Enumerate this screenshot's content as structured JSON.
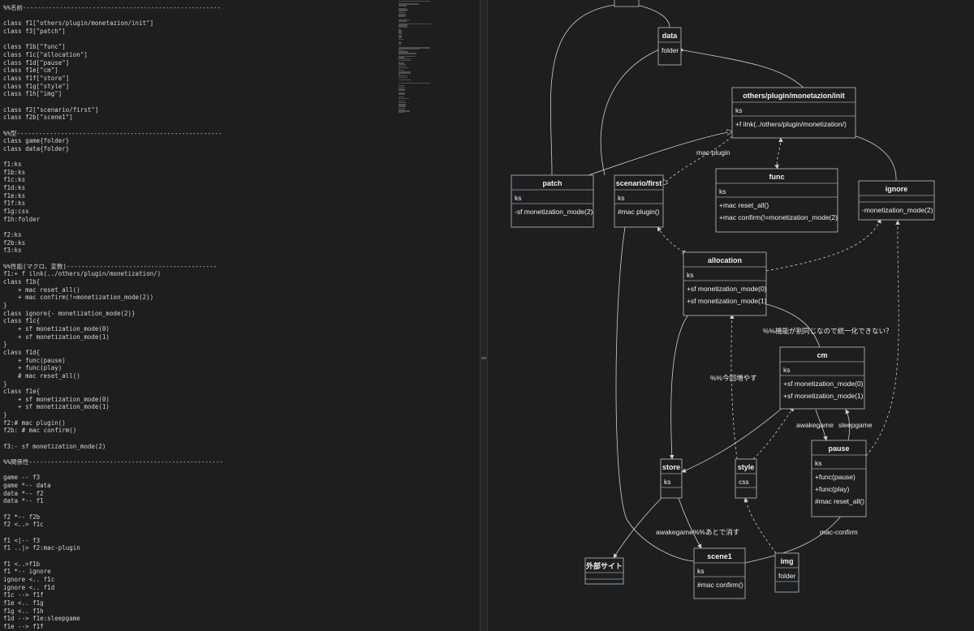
{
  "editor": {
    "lines": [
      "%%名前------------------------------------------------------",
      "",
      "class f1[\"others/plugin/monetazion/init\"]",
      "class f3[\"patch\"]",
      "",
      "class f1b[\"func\"]",
      "class f1c[\"allocation\"]",
      "class f1d[\"pause\"]",
      "class f1e[\"cm\"]",
      "class f1f[\"store\"]",
      "class f1g[\"style\"]",
      "class f1h[\"img\"]",
      "",
      "class f2[\"scenario/first\"]",
      "class f2b[\"scene1\"]",
      "",
      "%%型--------------------------------------------------------",
      "class game{folder}",
      "class data{folder}",
      "",
      "f1:ks",
      "f1b:ks",
      "f1c:ks",
      "f1d:ks",
      "f1e:ks",
      "f1f:ks",
      "f1g:css",
      "f1h:folder",
      "",
      "f2:ks",
      "f2b:ks",
      "f3:ks",
      "",
      "%%性能(マクロ、変数)-----------------------------------------",
      "f1:+ f ilnk(../others/plugin/monetization/)",
      "class f1b{",
      "    + mac reset_all()",
      "    + mac confirm(!=monetization_mode(2))",
      "}",
      "class ignore{- monetization_mode(2)}",
      "class f1c{",
      "    + sf monetization_mode(0)",
      "    + sf monetization_mode(1)",
      "}",
      "class f1d{",
      "    + func(pause)",
      "    + func(play)",
      "    # mac reset_all()",
      "}",
      "class f1e{",
      "    + sf monetization_mode(0)",
      "    + sf monetization_mode(1)",
      "}",
      "f2:# mac plugin()",
      "f2b: # mac confirm()",
      "",
      "f3:- sf monetization_mode(2)",
      "",
      "%%関係性-----------------------------------------------------",
      "",
      "game -- f3",
      "game *-- data",
      "data *-- f2",
      "data *-- f1",
      "",
      "f2 *-- f2b",
      "f2 <..> f1c",
      "",
      "f1 <|-- f3",
      "f1 ..|> f2:mac-plugin",
      "",
      "f1 <..>f1b",
      "f1 *-- ignore",
      "ignore <.. f1c",
      "ignore <.. f1d",
      "f1c --> f1f",
      "f1e <.. f1g",
      "f1g <.. f1h",
      "f1d --> f1e:sleepgame",
      "f1e --> f1f"
    ]
  },
  "minimap": {
    "line_count": 80
  },
  "diagram": {
    "nodes": {
      "game": {
        "title": ""
      },
      "data": {
        "title": "data",
        "rows": [
          "folder"
        ]
      },
      "init": {
        "title": "others/plugin/monetazion/init",
        "rows": [
          "ks"
        ],
        "members": [
          "+f ilnk(../others/plugin/monetization/)"
        ]
      },
      "patch": {
        "title": "patch",
        "rows": [
          "ks"
        ],
        "members": [
          "-sf monetization_mode(2)"
        ]
      },
      "scenario": {
        "title": "scenario/first",
        "rows": [
          "ks"
        ],
        "members": [
          "#mac plugin()"
        ]
      },
      "func": {
        "title": "func",
        "rows": [
          "ks"
        ],
        "members": [
          "+mac reset_all()",
          "+mac confirm(!=monetization_mode(2)"
        ]
      },
      "ignore": {
        "title": "ignore",
        "rows": [],
        "members": [
          "-monetization_mode(2)"
        ]
      },
      "allocation": {
        "title": "allocation",
        "rows": [
          "ks"
        ],
        "members": [
          "+sf monetization_mode(0)",
          "+sf monetization_mode(1)"
        ]
      },
      "cm": {
        "title": "cm",
        "rows": [
          "ks"
        ],
        "members": [
          "+sf monetization_mode(0)",
          "+sf monetization_mode(1)"
        ]
      },
      "store": {
        "title": "store",
        "rows": [
          "ks"
        ],
        "members": []
      },
      "style": {
        "title": "style",
        "rows": [
          "css"
        ],
        "members": []
      },
      "pause": {
        "title": "pause",
        "rows": [
          "ks"
        ],
        "members": [
          "+func(pause)",
          "+func(play)",
          "#mac reset_all()"
        ]
      },
      "external": {
        "title": "外部サイト",
        "rows": [],
        "members": []
      },
      "scene1": {
        "title": "scene1",
        "rows": [
          "ks"
        ],
        "members": [
          "#mac confirm()"
        ]
      },
      "img": {
        "title": "img",
        "rows": [
          "folder"
        ],
        "members": []
      }
    },
    "edge_labels": {
      "mac_plugin": "mac-plugin",
      "comment_kinou": "%%機能が割同じなので統一化できない？",
      "comment_konkai": "%%今回増やす",
      "awakegame": "awakegame",
      "sleepgame": "sleepgame",
      "awake_comment": "awakegame%%あとで消す",
      "mac_confirm": "mac-confirm"
    }
  },
  "colors": {
    "background": "#1e1e1e",
    "text": "#d4d4d4",
    "node_border": "#8fa3b3",
    "edge": "#cfcfcf"
  }
}
